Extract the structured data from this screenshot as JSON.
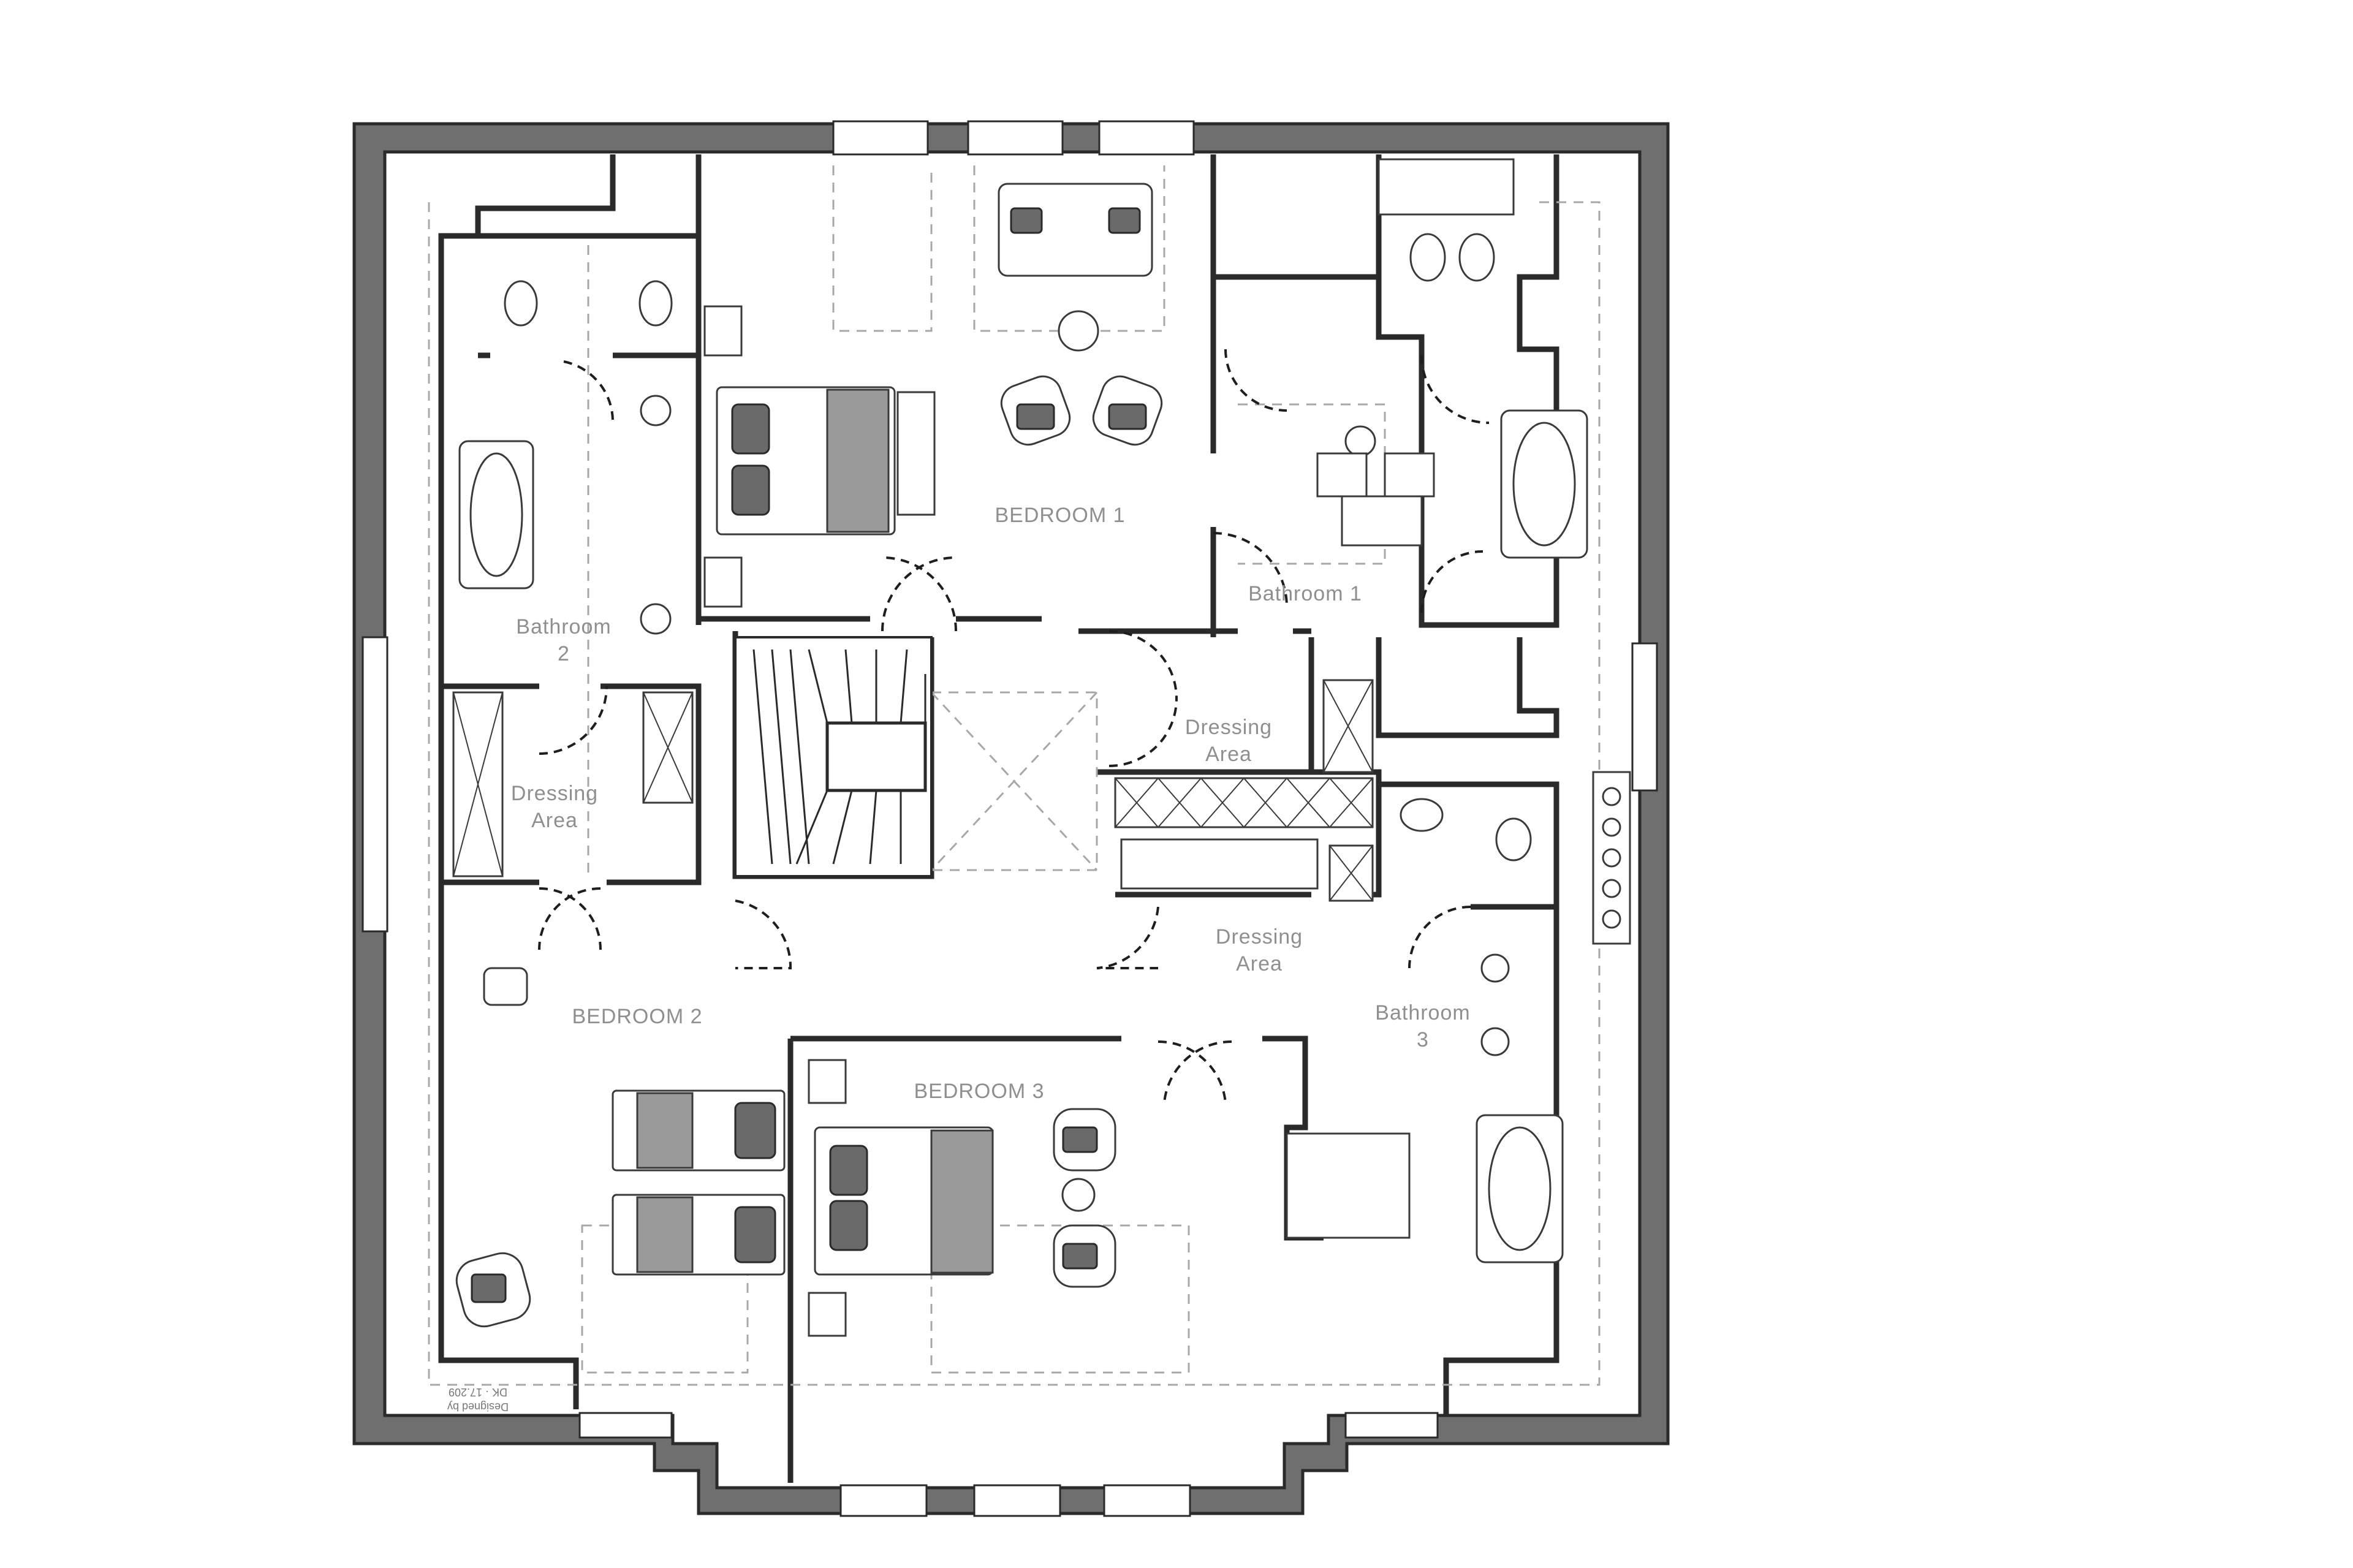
{
  "plan": {
    "rooms": [
      {
        "id": "bedroom-1",
        "label": "BEDROOM 1"
      },
      {
        "id": "bathroom-1",
        "label": "Bathroom 1"
      },
      {
        "id": "bathroom-2",
        "label_line1": "Bathroom",
        "label_line2": "2"
      },
      {
        "id": "dressing-area-left",
        "label_line1": "Dressing",
        "label_line2": "Area"
      },
      {
        "id": "dressing-area-center-top",
        "label_line1": "Dressing",
        "label_line2": "Area"
      },
      {
        "id": "dressing-area-center-bottom",
        "label_line1": "Dressing",
        "label_line2": "Area"
      },
      {
        "id": "bedroom-2",
        "label": "BEDROOM 2"
      },
      {
        "id": "bedroom-3",
        "label": "BEDROOM 3"
      },
      {
        "id": "bathroom-3",
        "label_line1": "Bathroom",
        "label_line2": "3"
      }
    ],
    "stamp_line1": "Designed by",
    "stamp_line2": "DK · 17.209"
  }
}
